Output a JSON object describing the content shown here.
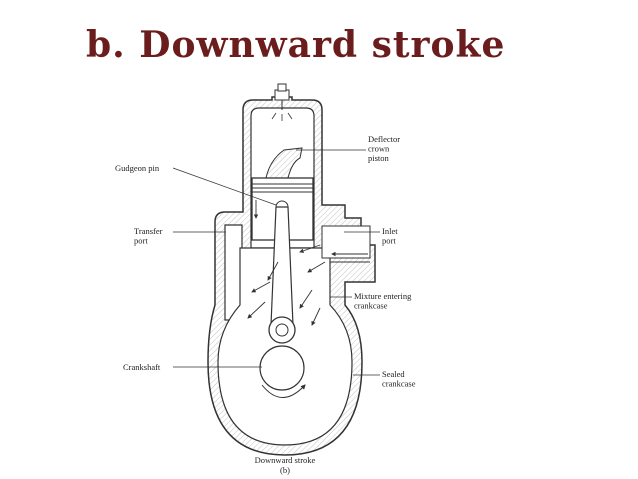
{
  "slide": {
    "title": "b. Downward stroke",
    "title_color": "#6b1c1c"
  },
  "diagram": {
    "labels": {
      "deflector": [
        "Deflector",
        "crown",
        "piston"
      ],
      "gudgeon_pin": "Gudgeon pin",
      "transfer_port": [
        "Transfer",
        "port"
      ],
      "inlet_port": [
        "Inlet",
        "port"
      ],
      "mixture": [
        "Mixture entering",
        "crankcase"
      ],
      "crankshaft": "Crankshaft",
      "sealed_crankcase": [
        "Sealed",
        "crankcase"
      ]
    },
    "caption": "Downward stroke",
    "sub_caption": "(b)",
    "line_color": "#333333"
  }
}
